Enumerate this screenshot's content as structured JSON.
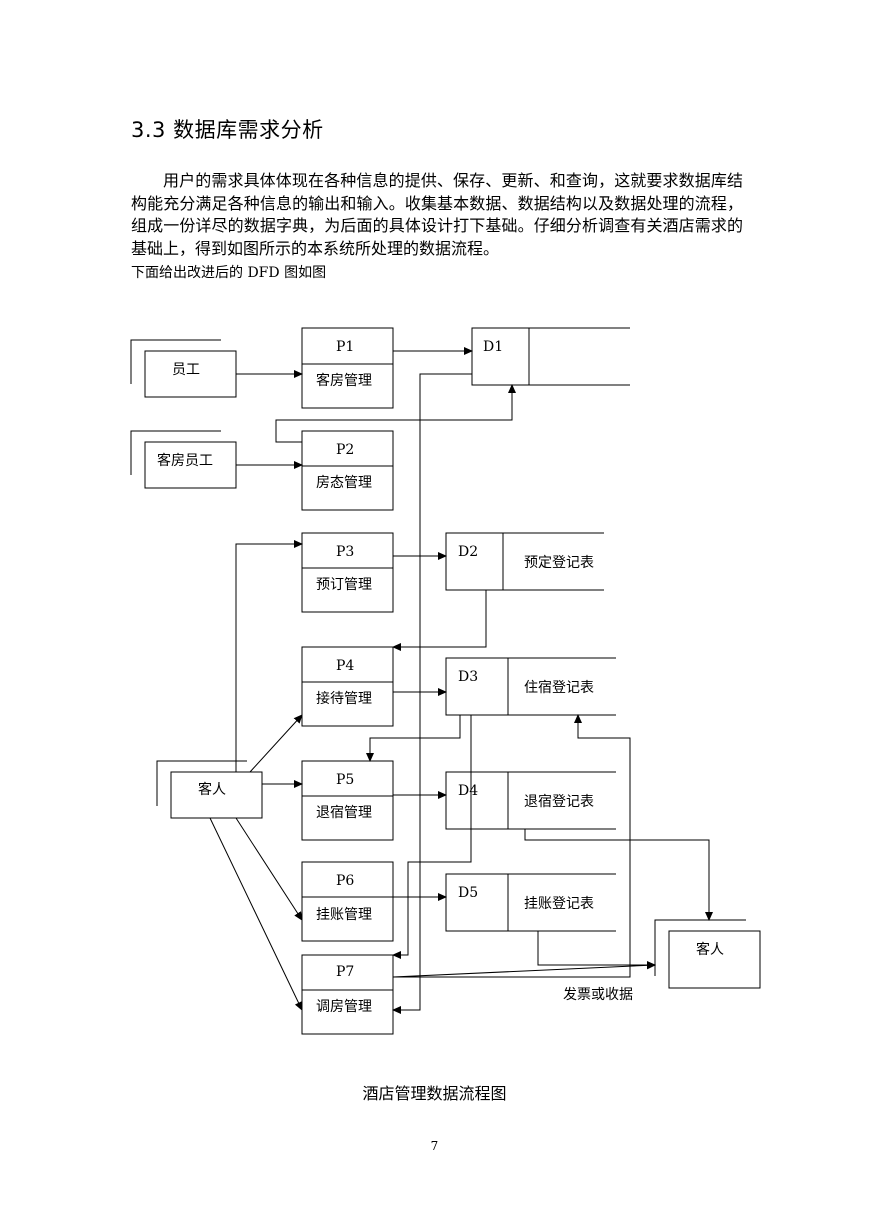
{
  "section": {
    "heading": "3.3 数据库需求分析"
  },
  "intro": {
    "paragraph": "用户的需求具体体现在各种信息的提供、保存、更新、和查询，这就要求数据库结构能充分满足各种信息的输出和输入。收集基本数据、数据结构以及数据处理的流程，组成一份详尽的数据字典，为后面的具体设计打下基础。仔细分析调查有关酒店需求的基础上，得到如图所示的本系统所处理的数据流程。",
    "note": "下面给出改进后的 DFD 图如图"
  },
  "dfd": {
    "entities": {
      "employee": "员工",
      "room_staff": "客房员工",
      "guest_source": "客人",
      "guest_sink": "客人"
    },
    "processes": [
      {
        "id": "P1",
        "name": "客房管理"
      },
      {
        "id": "P2",
        "name": "房态管理"
      },
      {
        "id": "P3",
        "name": "预订管理"
      },
      {
        "id": "P4",
        "name": "接待管理"
      },
      {
        "id": "P5",
        "name": "退宿管理"
      },
      {
        "id": "P6",
        "name": "挂账管理"
      },
      {
        "id": "P7",
        "name": "调房管理"
      }
    ],
    "stores": [
      {
        "id": "D1",
        "name": ""
      },
      {
        "id": "D2",
        "name": "预定登记表"
      },
      {
        "id": "D3",
        "name": "住宿登记表"
      },
      {
        "id": "D4",
        "name": "退宿登记表"
      },
      {
        "id": "D5",
        "name": "挂账登记表"
      }
    ],
    "flow_label": "发票或收据"
  },
  "caption": "酒店管理数据流程图",
  "page_number": "7"
}
